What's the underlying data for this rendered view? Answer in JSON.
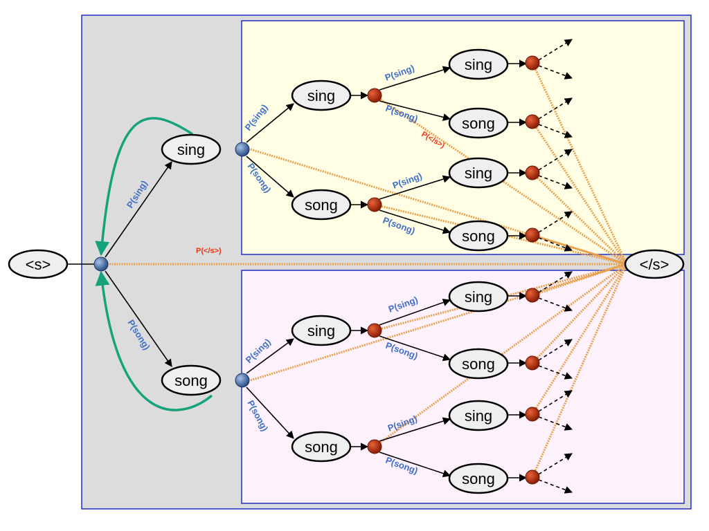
{
  "nodes": {
    "start": "<s>",
    "end": "</s>",
    "sing": "sing",
    "song": "song"
  },
  "labels": {
    "p_sing": "P(sing)",
    "p_song": "P(song)",
    "p_end": "P(</s>)"
  },
  "colors": {
    "outer_bg": "#dcdcdc",
    "upper_panel": "#fffde4",
    "lower_panel": "#fdf1fb",
    "border": "#1f2fbf",
    "loop": "#14a37a",
    "end_edges": "#e8a04a",
    "label_blue": "#3f6ec6",
    "label_red": "#ee3311",
    "node_blue": "#3b5d8f",
    "node_red": "#a82a08"
  }
}
